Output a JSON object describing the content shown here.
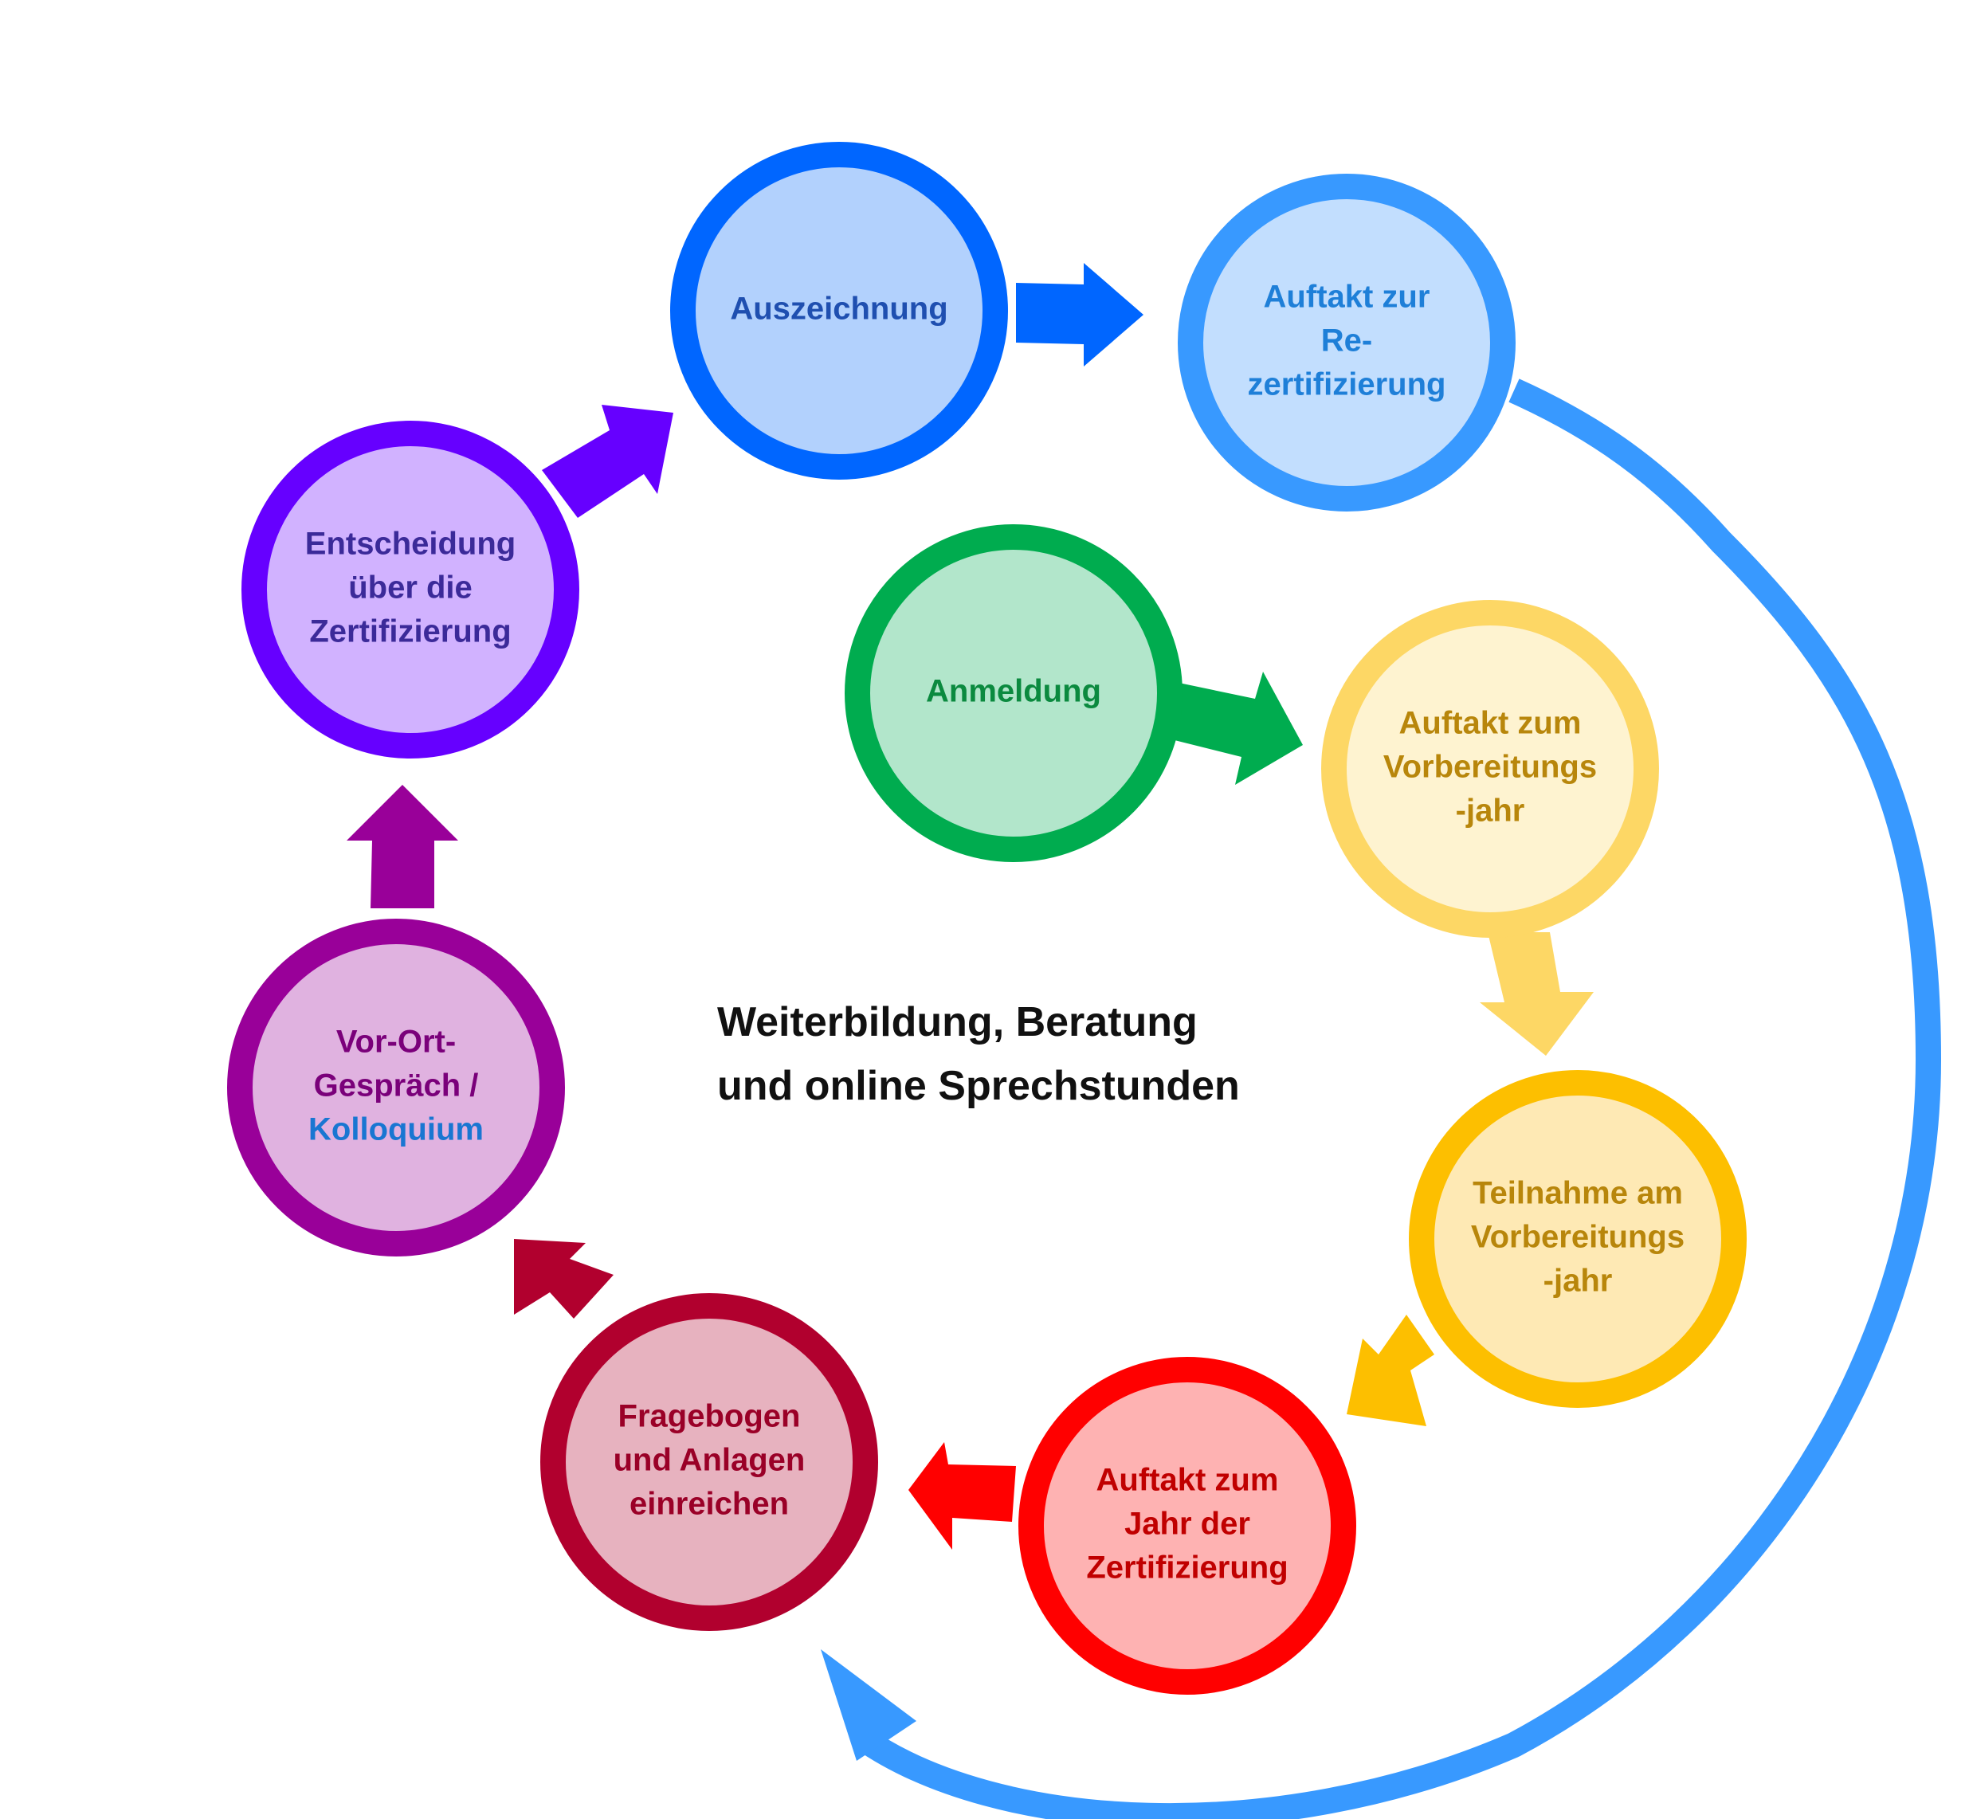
{
  "diagram": {
    "center_text": {
      "line1": "Weiterbildung, Beratung",
      "line2": "und online Sprechstunden"
    },
    "steps": {
      "anmeldung": {
        "lines": [
          "Anmeldung"
        ],
        "colors": {
          "ring": "#00ac4f",
          "fill": "#b2e6cb",
          "text": "#0b8a3f"
        }
      },
      "auftakt_vorbereitungsjahr": {
        "lines": [
          "Auftakt zum",
          "Vorbereitungs",
          "-jahr"
        ],
        "colors": {
          "ring": "#fdd765",
          "fill": "#fef3d0",
          "text": "#b8860b"
        }
      },
      "teilnahme_vorbereitungsjahr": {
        "lines": [
          "Teilnahme am",
          "Vorbereitungs",
          "-jahr"
        ],
        "colors": {
          "ring": "#fdbf00",
          "fill": "#fee9b4",
          "text": "#b8860b"
        }
      },
      "auftakt_jahr_zertifizierung": {
        "lines": [
          "Auftakt zum",
          "Jahr der",
          "Zertifizierung"
        ],
        "colors": {
          "ring": "#ff0000",
          "fill": "#feb2b2",
          "text": "#c00000"
        }
      },
      "fragebogen": {
        "lines": [
          "Fragebogen",
          "und Anlagen",
          "einreichen"
        ],
        "colors": {
          "ring": "#b1002e",
          "fill": "#e7b2bf",
          "text": "#9a0027"
        }
      },
      "vor_ort": {
        "lines": [
          "Vor-Ort-",
          "Gespräch /",
          "Kolloquium"
        ],
        "colors": {
          "ring": "#990099",
          "fill": "#e0b2e0",
          "text": "#7a007a",
          "highlight": "#1976d2"
        }
      },
      "entscheidung": {
        "lines": [
          "Entscheidung",
          "über die",
          "Zertifizierung"
        ],
        "colors": {
          "ring": "#6600ff",
          "fill": "#d1b2ff",
          "text": "#3b2a99"
        }
      },
      "auszeichnung": {
        "lines": [
          "Auszeichnung"
        ],
        "colors": {
          "ring": "#0066ff",
          "fill": "#b2d1fd",
          "text": "#1f4fb0"
        }
      },
      "auftakt_rezertifizierung": {
        "lines": [
          "Auftakt zur",
          "Re-",
          "zertifizierung"
        ],
        "colors": {
          "ring": "#3899ff",
          "fill": "#c2defe",
          "text": "#1e7fd8"
        }
      }
    },
    "loop_arrow_color": "#3899ff"
  }
}
